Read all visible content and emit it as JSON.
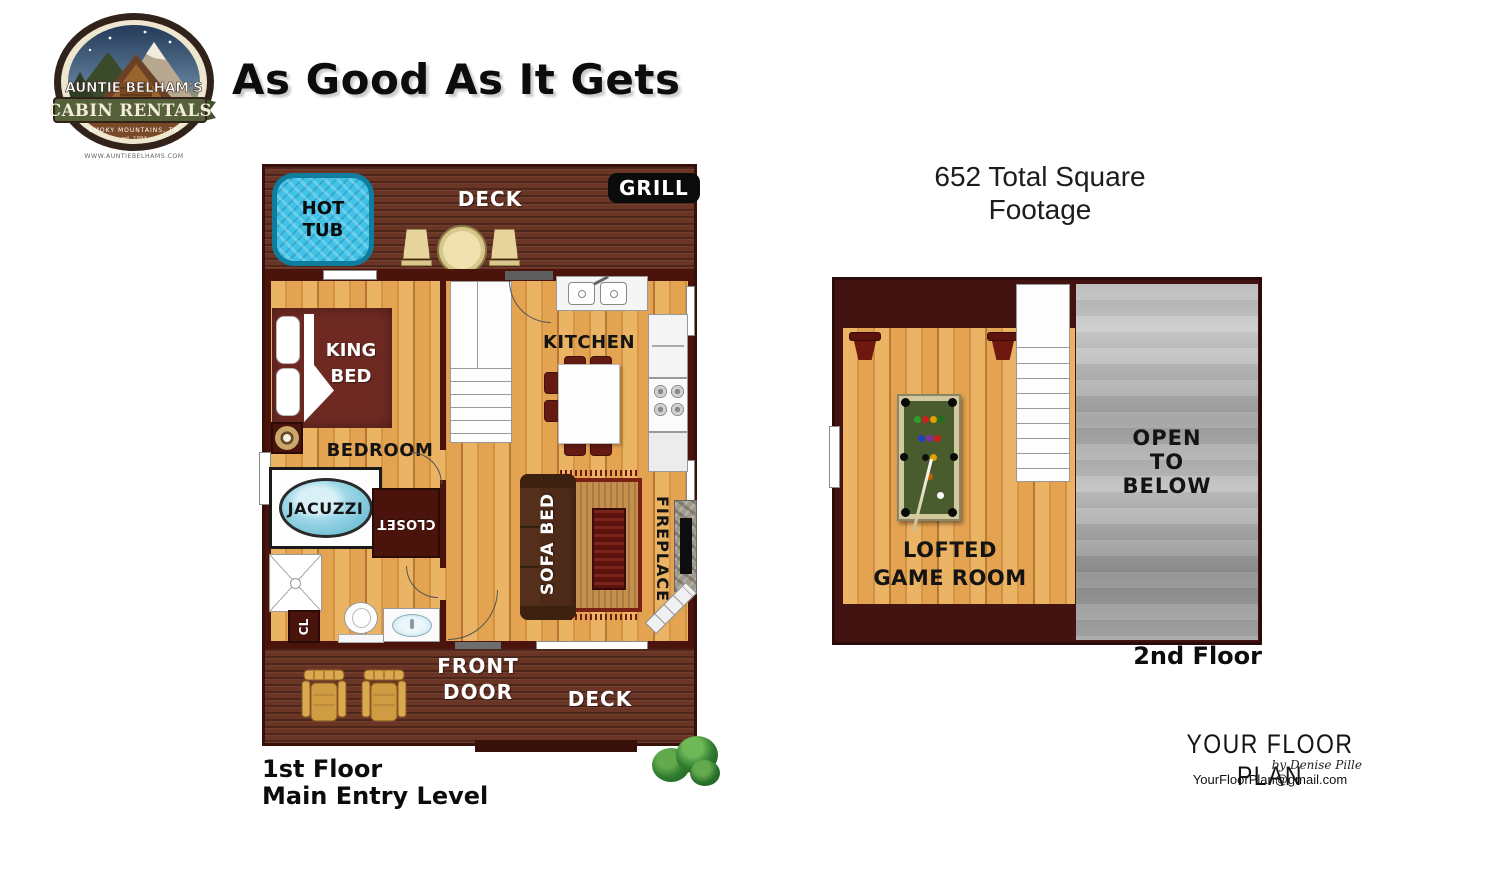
{
  "header": {
    "title": "As Good As It Gets"
  },
  "logo": {
    "name_top": "AUNTIE BELHAM'S",
    "name_bottom": "CABIN RENTALS",
    "location": "SMOKY MOUNTAINS, TN",
    "established": "- est. 1994 -",
    "website": "WWW.AUNTIEBELHAMS.COM"
  },
  "floor1": {
    "caption": {
      "line1": "1st Floor",
      "line2": "Main Entry Level"
    },
    "labels": {
      "deck_top": "DECK",
      "grill": "GRILL",
      "hot_tub_line1": "HOT",
      "hot_tub_line2": "TUB",
      "king_bed_line1": "KING",
      "king_bed_line2": "BED",
      "bedroom": "BEDROOM",
      "kitchen": "KITCHEN",
      "jacuzzi": "JACUZZI",
      "closet": "CLOSET",
      "cl": "CL",
      "sofa_bed": "SOFA BED",
      "fireplace": "FIREPLACE",
      "front_door_line1": "FRONT",
      "front_door_line2": "DOOR",
      "deck_bottom": "DECK"
    }
  },
  "floor2": {
    "square_footage": {
      "line1": "652 Total Square",
      "line2": "Footage"
    },
    "caption": "2nd Floor",
    "labels": {
      "game_room_line1": "LOFTED",
      "game_room_line2": "GAME ROOM",
      "open_line1": "OPEN",
      "open_line2": "TO",
      "open_line3": "BELOW"
    }
  },
  "footer": {
    "brand": "YOUR FLOOR PLAN",
    "byline": "by Denise Pille",
    "email": "YourFloorPlan@gmail.com"
  },
  "colors": {
    "deck_brown": "#6b3526",
    "wall_maroon": "#4a140d",
    "wood_floor": "#e2a14e",
    "hot_tub_blue": "#41c3e8",
    "bed_red": "#6e2a22",
    "open_below_gray": "#a8a8a8",
    "pool_felt_green": "#495c2e"
  }
}
